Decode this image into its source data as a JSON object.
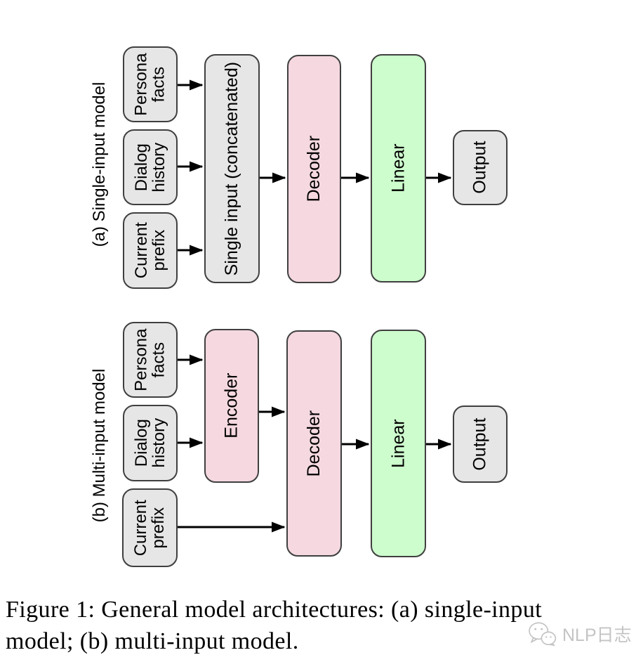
{
  "figure": {
    "panel_a": {
      "label": "(a) Single-input model",
      "nodes": {
        "persona": "Persona\nfacts",
        "dialog": "Dialog\nhistory",
        "current": "Current\nprefix",
        "single_input": "Single input (concatenated)",
        "decoder": "Decoder",
        "linear": "Linear",
        "output": "Output"
      }
    },
    "panel_b": {
      "label": "(b) Multi-input model",
      "nodes": {
        "persona": "Persona\nfacts",
        "dialog": "Dialog\nhistory",
        "current": "Current\nprefix",
        "encoder": "Encoder",
        "decoder": "Decoder",
        "linear": "Linear",
        "output": "Output"
      }
    },
    "caption": "Figure 1: General model architectures: (a) single-input\nmodel; (b) multi-input model.",
    "watermark": {
      "text": "NLP日志"
    },
    "colors": {
      "input_gray": "#e6e6e6",
      "pink": "#f5d8e0",
      "green": "#cdfccd",
      "border": "#3f3f3f",
      "arrow": "#000000",
      "watermark_gray": "#c4c4c4"
    }
  }
}
